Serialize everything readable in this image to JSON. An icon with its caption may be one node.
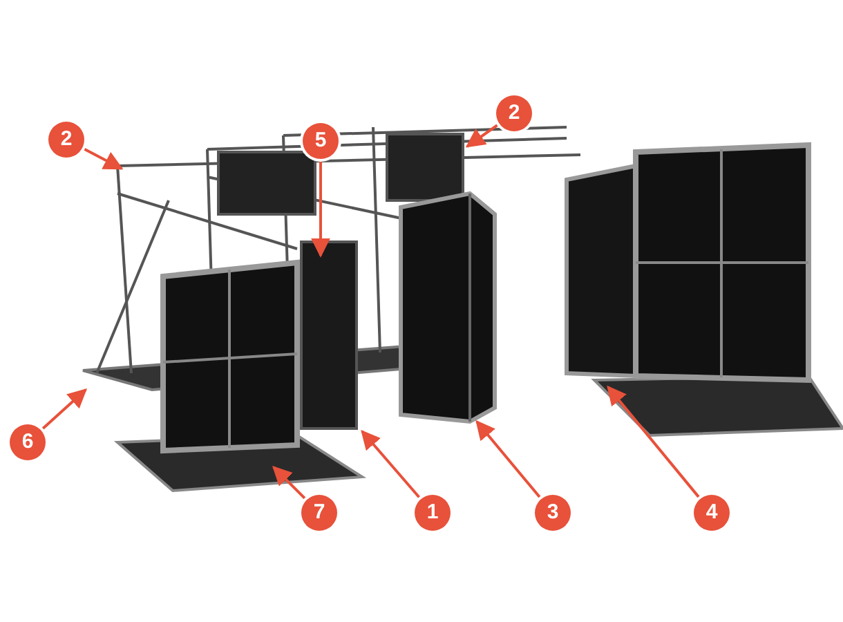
{
  "diagram": {
    "nodes": [
      {
        "text": [
          "2"
        ]
      },
      {
        "text": [
          "5"
        ]
      },
      {
        "text": [
          "2"
        ]
      },
      {
        "text": [
          "6"
        ]
      },
      {
        "text": [
          "7"
        ]
      },
      {
        "text": [
          "1"
        ]
      },
      {
        "text": [
          "3"
        ]
      },
      {
        "text": [
          "4"
        ]
      }
    ],
    "edges": [
      {
        "from": 0,
        "to": null,
        "arrow": "to"
      },
      {
        "from": 1,
        "to": null,
        "arrow": "to"
      },
      {
        "from": 2,
        "to": null,
        "arrow": "to"
      },
      {
        "from": 3,
        "to": null,
        "arrow": "to"
      },
      {
        "from": 4,
        "to": null,
        "arrow": "to"
      },
      {
        "from": 5,
        "to": null,
        "arrow": "to"
      },
      {
        "from": 6,
        "to": null,
        "arrow": "to"
      },
      {
        "from": 7,
        "to": null,
        "arrow": "to"
      }
    ]
  }
}
